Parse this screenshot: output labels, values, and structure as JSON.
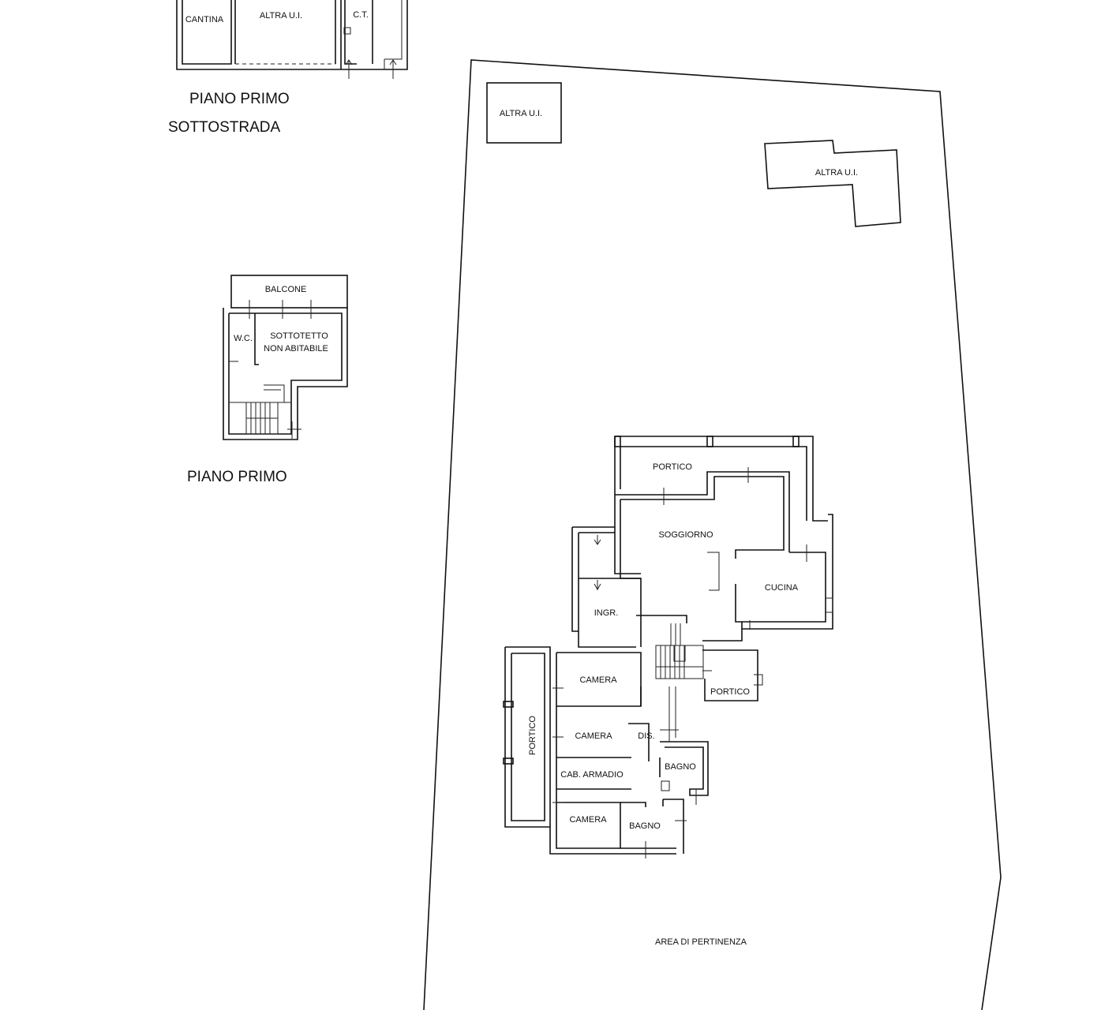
{
  "titles": {
    "primo_sottostrada_1": "PIANO PRIMO",
    "primo_sottostrada_2": "SOTTOSTRADA",
    "primo": "PIANO PRIMO"
  },
  "basement": {
    "cantina": "CANTINA",
    "altra_ui": "ALTRA U.I.",
    "ct": "C.T."
  },
  "attic": {
    "balcone": "BALCONE",
    "wc": "W.C.",
    "sottotetto_1": "SOTTOTETTO",
    "sottotetto_2": "NON ABITABILE"
  },
  "site": {
    "altra_ui_1": "ALTRA U.I.",
    "altra_ui_2": "ALTRA U.I.",
    "area": "AREA DI PERTINENZA"
  },
  "ground": {
    "portico_top": "PORTICO",
    "soggiorno": "SOGGIORNO",
    "cucina": "CUCINA",
    "ingresso": "INGR.",
    "camera_1": "CAMERA",
    "camera_2": "CAMERA",
    "cab_armadio": "CAB. ARMADIO",
    "camera_3": "CAMERA",
    "dis": "DIS.",
    "bagno_1": "BAGNO",
    "bagno_2": "BAGNO",
    "portico_right": "PORTICO",
    "portico_left": "PORTICO"
  }
}
